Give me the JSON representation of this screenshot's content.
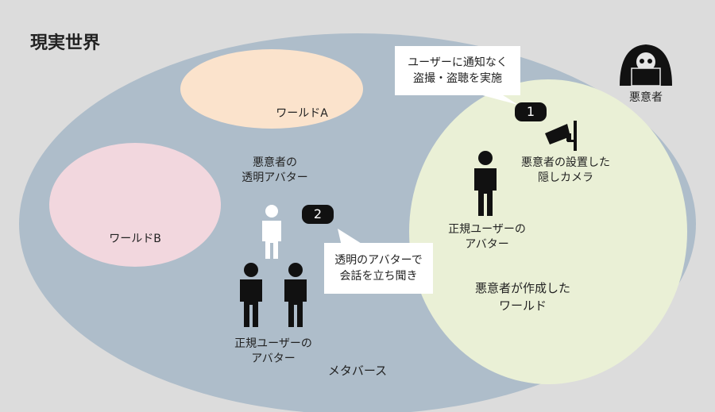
{
  "title": "現実世界",
  "metaverse_label": "メタバース",
  "world_a": "ワールドA",
  "world_b": "ワールドB",
  "attacker_world": [
    "悪意者が作成した",
    "ワールド"
  ],
  "attacker": "悪意者",
  "hidden_camera": [
    "悪意者の設置した",
    "隠しカメラ"
  ],
  "transparent_avatar": [
    "悪意者の",
    "透明アバター"
  ],
  "user_avatar_right": [
    "正規ユーザーの",
    "アバター"
  ],
  "user_avatar_left": [
    "正規ユーザーの",
    "アバター"
  ],
  "callout1": {
    "badge": "1",
    "lines": [
      "ユーザーに通知なく",
      "盗撮・盗聴を実施"
    ]
  },
  "callout2": {
    "badge": "2",
    "lines": [
      "透明のアバターで",
      "会話を立ち聞き"
    ]
  },
  "colors": {
    "metaverse": "#aebdca",
    "world_a": "#fbe3cc",
    "world_b": "#f2d7de",
    "attacker_world": "#eaf0d6",
    "background": "#dcdcdc"
  }
}
